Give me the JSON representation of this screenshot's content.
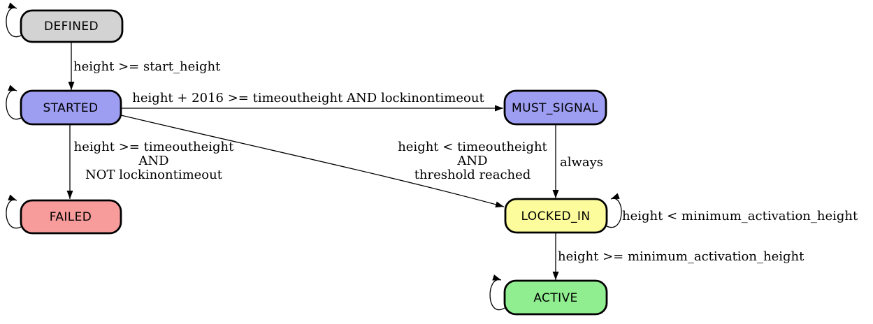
{
  "diagram": {
    "kind": "state-machine",
    "colors": {
      "background": "#ffffff",
      "edge": "#000000",
      "node_border": "#000000",
      "label_text": "#000000"
    },
    "states": {
      "defined": {
        "label": "DEFINED",
        "fill": "#d3d3d3",
        "self_loop": true
      },
      "started": {
        "label": "STARTED",
        "fill": "#9d9df2",
        "self_loop": true
      },
      "must_signal": {
        "label": "MUST_SIGNAL",
        "fill": "#9d9df2",
        "self_loop": false
      },
      "failed": {
        "label": "FAILED",
        "fill": "#f89b9b",
        "self_loop": true
      },
      "locked_in": {
        "label": "LOCKED_IN",
        "fill": "#fcfc9d",
        "self_loop": true
      },
      "active": {
        "label": "ACTIVE",
        "fill": "#90ee90",
        "self_loop": true
      }
    },
    "transitions": {
      "defined_started": {
        "from": "DEFINED",
        "to": "STARTED",
        "label": "height >= start_height"
      },
      "started_must_signal": {
        "from": "STARTED",
        "to": "MUST_SIGNAL",
        "label": "height + 2016 >= timeoutheight AND lockinontimeout"
      },
      "started_failed": {
        "from": "STARTED",
        "to": "FAILED",
        "lines": [
          "height >= timeoutheight",
          "AND",
          "NOT lockinontimeout"
        ]
      },
      "started_locked_in": {
        "from": "STARTED",
        "to": "LOCKED_IN",
        "lines": [
          "height < timeoutheight",
          "AND",
          "threshold reached"
        ]
      },
      "must_signal_locked_in": {
        "from": "MUST_SIGNAL",
        "to": "LOCKED_IN",
        "label": "always"
      },
      "locked_in_self": {
        "from": "LOCKED_IN",
        "to": "LOCKED_IN",
        "label": "height < minimum_activation_height"
      },
      "locked_in_active": {
        "from": "LOCKED_IN",
        "to": "ACTIVE",
        "label": "height >= minimum_activation_height"
      }
    }
  }
}
